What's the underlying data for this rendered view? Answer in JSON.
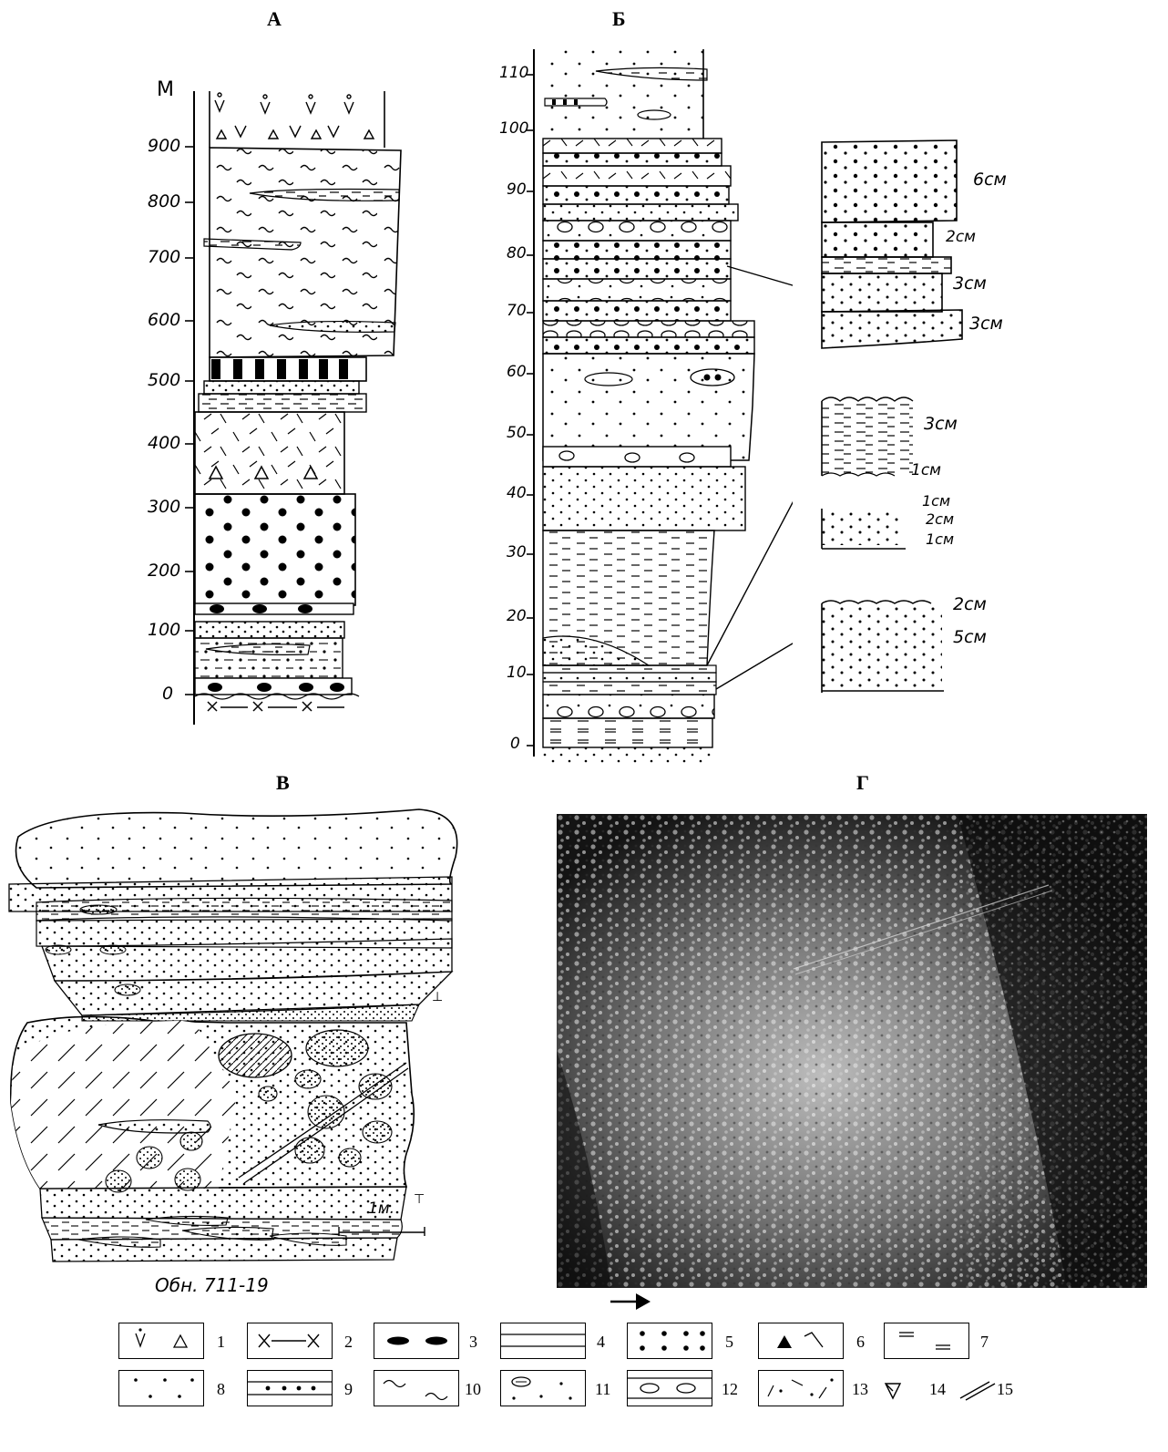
{
  "panels": {
    "a": "А",
    "b": "Б",
    "v": "В",
    "g": "Г"
  },
  "column_a": {
    "unit": "М",
    "ticks": [
      "900",
      "800",
      "700",
      "600",
      "500",
      "400",
      "300",
      "200",
      "100",
      "0"
    ]
  },
  "column_b": {
    "ticks": [
      "110",
      "100",
      "90",
      "80",
      "70",
      "60",
      "50",
      "40",
      "30",
      "20",
      "10",
      "0"
    ],
    "detail_1": [
      "6см",
      "2см",
      "3см",
      "3см"
    ],
    "detail_2": [
      "3см",
      "1см",
      "1см",
      "2см",
      "1см"
    ],
    "detail_3": [
      "2см",
      "5см"
    ]
  },
  "outcrop": {
    "scale": "1м.",
    "caption": "Обн. 711-19"
  },
  "legend": [
    "1",
    "2",
    "3",
    "4",
    "5",
    "6",
    "7",
    "8",
    "9",
    "10",
    "11",
    "12",
    "13",
    "14",
    "15"
  ]
}
